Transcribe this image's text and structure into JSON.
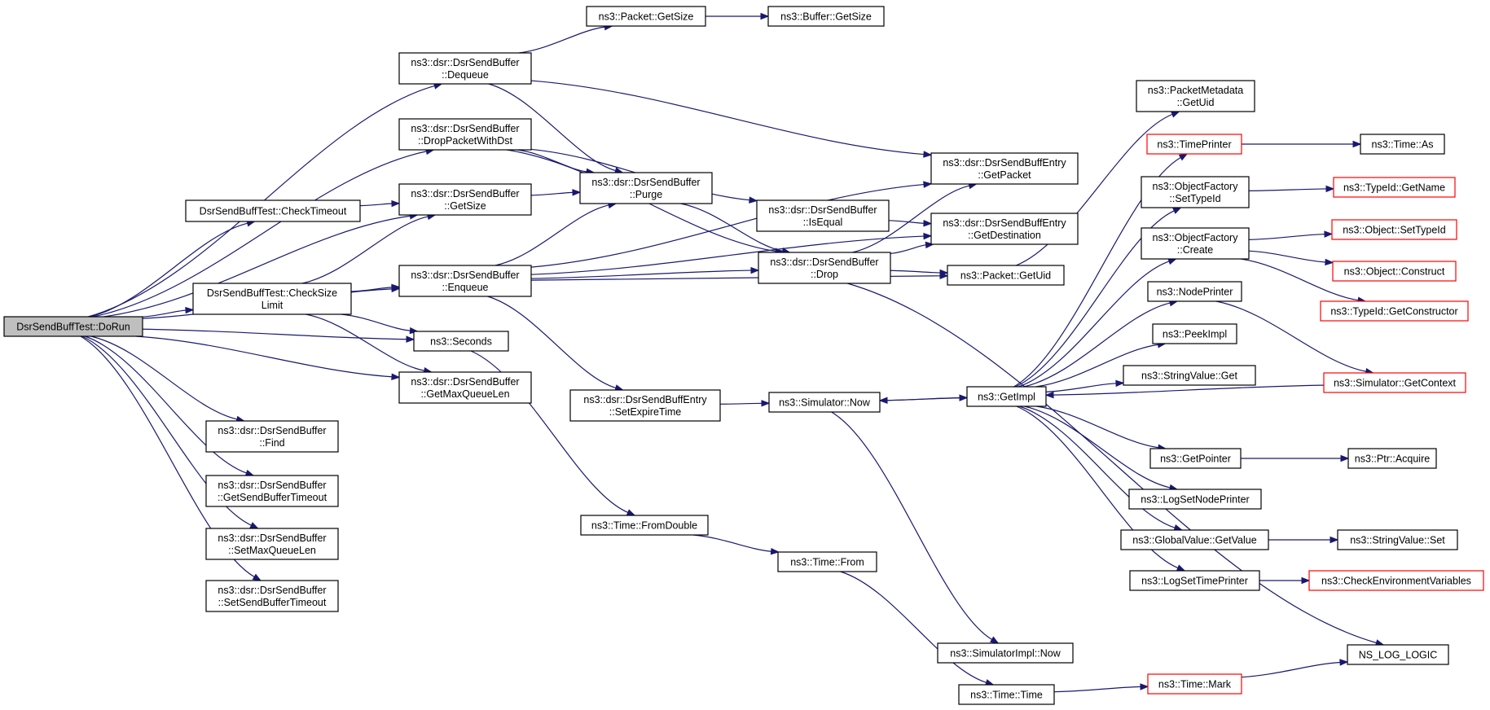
{
  "nodes": [
    {
      "id": "root",
      "lines": [
        "DsrSendBuffTest::DoRun"
      ],
      "style": "root"
    },
    {
      "id": "dequeue",
      "lines": [
        "ns3::dsr::DsrSendBuffer",
        "::Dequeue"
      ],
      "style": "normal"
    },
    {
      "id": "droppkt",
      "lines": [
        "ns3::dsr::DsrSendBuffer",
        "::DropPacketWithDst"
      ],
      "style": "normal"
    },
    {
      "id": "getsize_buf",
      "lines": [
        "ns3::dsr::DsrSendBuffer",
        "::GetSize"
      ],
      "style": "normal"
    },
    {
      "id": "checktimeout",
      "lines": [
        "DsrSendBuffTest::CheckTimeout"
      ],
      "style": "normal"
    },
    {
      "id": "checksize",
      "lines": [
        "DsrSendBuffTest::CheckSize",
        "Limit"
      ],
      "style": "normal"
    },
    {
      "id": "enqueue",
      "lines": [
        "ns3::dsr::DsrSendBuffer",
        "::Enqueue"
      ],
      "style": "normal"
    },
    {
      "id": "seconds",
      "lines": [
        "ns3::Seconds"
      ],
      "style": "normal"
    },
    {
      "id": "getmaxq",
      "lines": [
        "ns3::dsr::DsrSendBuffer",
        "::GetMaxQueueLen"
      ],
      "style": "normal"
    },
    {
      "id": "find",
      "lines": [
        "ns3::dsr::DsrSendBuffer",
        "::Find"
      ],
      "style": "normal"
    },
    {
      "id": "getsbt",
      "lines": [
        "ns3::dsr::DsrSendBuffer",
        "::GetSendBufferTimeout"
      ],
      "style": "normal"
    },
    {
      "id": "setmaxq",
      "lines": [
        "ns3::dsr::DsrSendBuffer",
        "::SetMaxQueueLen"
      ],
      "style": "normal"
    },
    {
      "id": "setsbt",
      "lines": [
        "ns3::dsr::DsrSendBuffer",
        "::SetSendBufferTimeout"
      ],
      "style": "normal"
    },
    {
      "id": "pkt_getsize",
      "lines": [
        "ns3::Packet::GetSize"
      ],
      "style": "normal"
    },
    {
      "id": "buf_getsize",
      "lines": [
        "ns3::Buffer::GetSize"
      ],
      "style": "normal"
    },
    {
      "id": "purge",
      "lines": [
        "ns3::dsr::DsrSendBuffer",
        "::Purge"
      ],
      "style": "normal"
    },
    {
      "id": "setexpire",
      "lines": [
        "ns3::dsr::DsrSendBuffEntry",
        "::SetExpireTime"
      ],
      "style": "normal"
    },
    {
      "id": "fromdouble",
      "lines": [
        "ns3::Time::FromDouble"
      ],
      "style": "normal"
    },
    {
      "id": "isequal",
      "lines": [
        "ns3::dsr::DsrSendBuffer",
        "::IsEqual"
      ],
      "style": "normal"
    },
    {
      "id": "drop",
      "lines": [
        "ns3::dsr::DsrSendBuffer",
        "::Drop"
      ],
      "style": "normal"
    },
    {
      "id": "simnow",
      "lines": [
        "ns3::Simulator::Now"
      ],
      "style": "normal"
    },
    {
      "id": "timefrom",
      "lines": [
        "ns3::Time::From"
      ],
      "style": "normal"
    },
    {
      "id": "getpacket",
      "lines": [
        "ns3::dsr::DsrSendBuffEntry",
        "::GetPacket"
      ],
      "style": "normal"
    },
    {
      "id": "getdest",
      "lines": [
        "ns3::dsr::DsrSendBuffEntry",
        "::GetDestination"
      ],
      "style": "normal"
    },
    {
      "id": "pkt_getuid",
      "lines": [
        "ns3::Packet::GetUid"
      ],
      "style": "normal"
    },
    {
      "id": "getimpl",
      "lines": [
        "ns3::GetImpl"
      ],
      "style": "normal"
    },
    {
      "id": "simimplnow",
      "lines": [
        "ns3::SimulatorImpl::Now"
      ],
      "style": "normal"
    },
    {
      "id": "timetime",
      "lines": [
        "ns3::Time::Time"
      ],
      "style": "normal"
    },
    {
      "id": "pktmeta",
      "lines": [
        "ns3::PacketMetadata",
        "::GetUid"
      ],
      "style": "normal"
    },
    {
      "id": "timeprinter",
      "lines": [
        "ns3::TimePrinter"
      ],
      "style": "red"
    },
    {
      "id": "ofsettype",
      "lines": [
        "ns3::ObjectFactory",
        "::SetTypeId"
      ],
      "style": "normal"
    },
    {
      "id": "ofcreate",
      "lines": [
        "ns3::ObjectFactory",
        "::Create"
      ],
      "style": "normal"
    },
    {
      "id": "nodeprinter",
      "lines": [
        "ns3::NodePrinter"
      ],
      "style": "normal"
    },
    {
      "id": "peekimpl",
      "lines": [
        "ns3::PeekImpl"
      ],
      "style": "normal"
    },
    {
      "id": "svget",
      "lines": [
        "ns3::StringValue::Get"
      ],
      "style": "normal"
    },
    {
      "id": "getpointer",
      "lines": [
        "ns3::GetPointer"
      ],
      "style": "normal"
    },
    {
      "id": "logsetnode",
      "lines": [
        "ns3::LogSetNodePrinter"
      ],
      "style": "normal"
    },
    {
      "id": "gvgetvalue",
      "lines": [
        "ns3::GlobalValue::GetValue"
      ],
      "style": "normal"
    },
    {
      "id": "logsettime",
      "lines": [
        "ns3::LogSetTimePrinter"
      ],
      "style": "normal"
    },
    {
      "id": "timemark",
      "lines": [
        "ns3::Time::Mark"
      ],
      "style": "red"
    },
    {
      "id": "timeas",
      "lines": [
        "ns3::Time::As"
      ],
      "style": "normal"
    },
    {
      "id": "tidgetname",
      "lines": [
        "ns3::TypeId::GetName"
      ],
      "style": "red"
    },
    {
      "id": "objsettype",
      "lines": [
        "ns3::Object::SetTypeId"
      ],
      "style": "red"
    },
    {
      "id": "objconstruct",
      "lines": [
        "ns3::Object::Construct"
      ],
      "style": "red"
    },
    {
      "id": "tidgetctor",
      "lines": [
        "ns3::TypeId::GetConstructor"
      ],
      "style": "red"
    },
    {
      "id": "simgetctx",
      "lines": [
        "ns3::Simulator::GetContext"
      ],
      "style": "red"
    },
    {
      "id": "ptracquire",
      "lines": [
        "ns3::Ptr::Acquire"
      ],
      "style": "normal"
    },
    {
      "id": "svset",
      "lines": [
        "ns3::StringValue::Set"
      ],
      "style": "normal"
    },
    {
      "id": "checkenv",
      "lines": [
        "ns3::CheckEnvironmentVariables"
      ],
      "style": "red"
    },
    {
      "id": "nslog",
      "lines": [
        "NS_LOG_LOGIC"
      ],
      "style": "normal"
    }
  ],
  "edges": [
    [
      "root",
      "dequeue"
    ],
    [
      "root",
      "droppkt"
    ],
    [
      "root",
      "getsize_buf"
    ],
    [
      "root",
      "checktimeout"
    ],
    [
      "root",
      "checksize"
    ],
    [
      "root",
      "enqueue"
    ],
    [
      "root",
      "seconds"
    ],
    [
      "root",
      "getmaxq"
    ],
    [
      "root",
      "find"
    ],
    [
      "root",
      "getsbt"
    ],
    [
      "root",
      "setmaxq"
    ],
    [
      "root",
      "setsbt"
    ],
    [
      "dequeue",
      "pkt_getsize"
    ],
    [
      "pkt_getsize",
      "buf_getsize"
    ],
    [
      "dequeue",
      "purge"
    ],
    [
      "dequeue",
      "getpacket"
    ],
    [
      "droppkt",
      "purge"
    ],
    [
      "droppkt",
      "isequal"
    ],
    [
      "droppkt",
      "drop"
    ],
    [
      "checktimeout",
      "getsize_buf"
    ],
    [
      "getsize_buf",
      "purge"
    ],
    [
      "checksize",
      "getsize_buf"
    ],
    [
      "checksize",
      "enqueue"
    ],
    [
      "checksize",
      "seconds"
    ],
    [
      "checksize",
      "getmaxq"
    ],
    [
      "enqueue",
      "purge"
    ],
    [
      "enqueue",
      "getpacket"
    ],
    [
      "enqueue",
      "drop"
    ],
    [
      "enqueue",
      "getdest"
    ],
    [
      "enqueue",
      "pkt_getuid"
    ],
    [
      "enqueue",
      "setexpire"
    ],
    [
      "seconds",
      "fromdouble"
    ],
    [
      "purge",
      "drop"
    ],
    [
      "isequal",
      "getdest"
    ],
    [
      "drop",
      "getpacket"
    ],
    [
      "drop",
      "getdest"
    ],
    [
      "drop",
      "pkt_getuid"
    ],
    [
      "drop",
      "nslog"
    ],
    [
      "setexpire",
      "simnow"
    ],
    [
      "simnow",
      "getimpl"
    ],
    [
      "simnow",
      "simimplnow"
    ],
    [
      "fromdouble",
      "timefrom"
    ],
    [
      "timefrom",
      "timetime"
    ],
    [
      "timetime",
      "timemark"
    ],
    [
      "timemark",
      "nslog"
    ],
    [
      "pkt_getuid",
      "pktmeta"
    ],
    [
      "getimpl",
      "simnow"
    ],
    [
      "getimpl",
      "timeprinter"
    ],
    [
      "getimpl",
      "ofsettype"
    ],
    [
      "getimpl",
      "ofcreate"
    ],
    [
      "getimpl",
      "nodeprinter"
    ],
    [
      "getimpl",
      "peekimpl"
    ],
    [
      "getimpl",
      "svget"
    ],
    [
      "getimpl",
      "getpointer"
    ],
    [
      "getimpl",
      "logsetnode"
    ],
    [
      "getimpl",
      "gvgetvalue"
    ],
    [
      "getimpl",
      "logsettime"
    ],
    [
      "timeprinter",
      "timeas"
    ],
    [
      "ofsettype",
      "tidgetname"
    ],
    [
      "ofcreate",
      "objsettype"
    ],
    [
      "ofcreate",
      "objconstruct"
    ],
    [
      "ofcreate",
      "tidgetctor"
    ],
    [
      "nodeprinter",
      "simgetctx"
    ],
    [
      "simgetctx",
      "getimpl"
    ],
    [
      "getpointer",
      "ptracquire"
    ],
    [
      "gvgetvalue",
      "svset"
    ],
    [
      "logsettime",
      "checkenv"
    ]
  ]
}
